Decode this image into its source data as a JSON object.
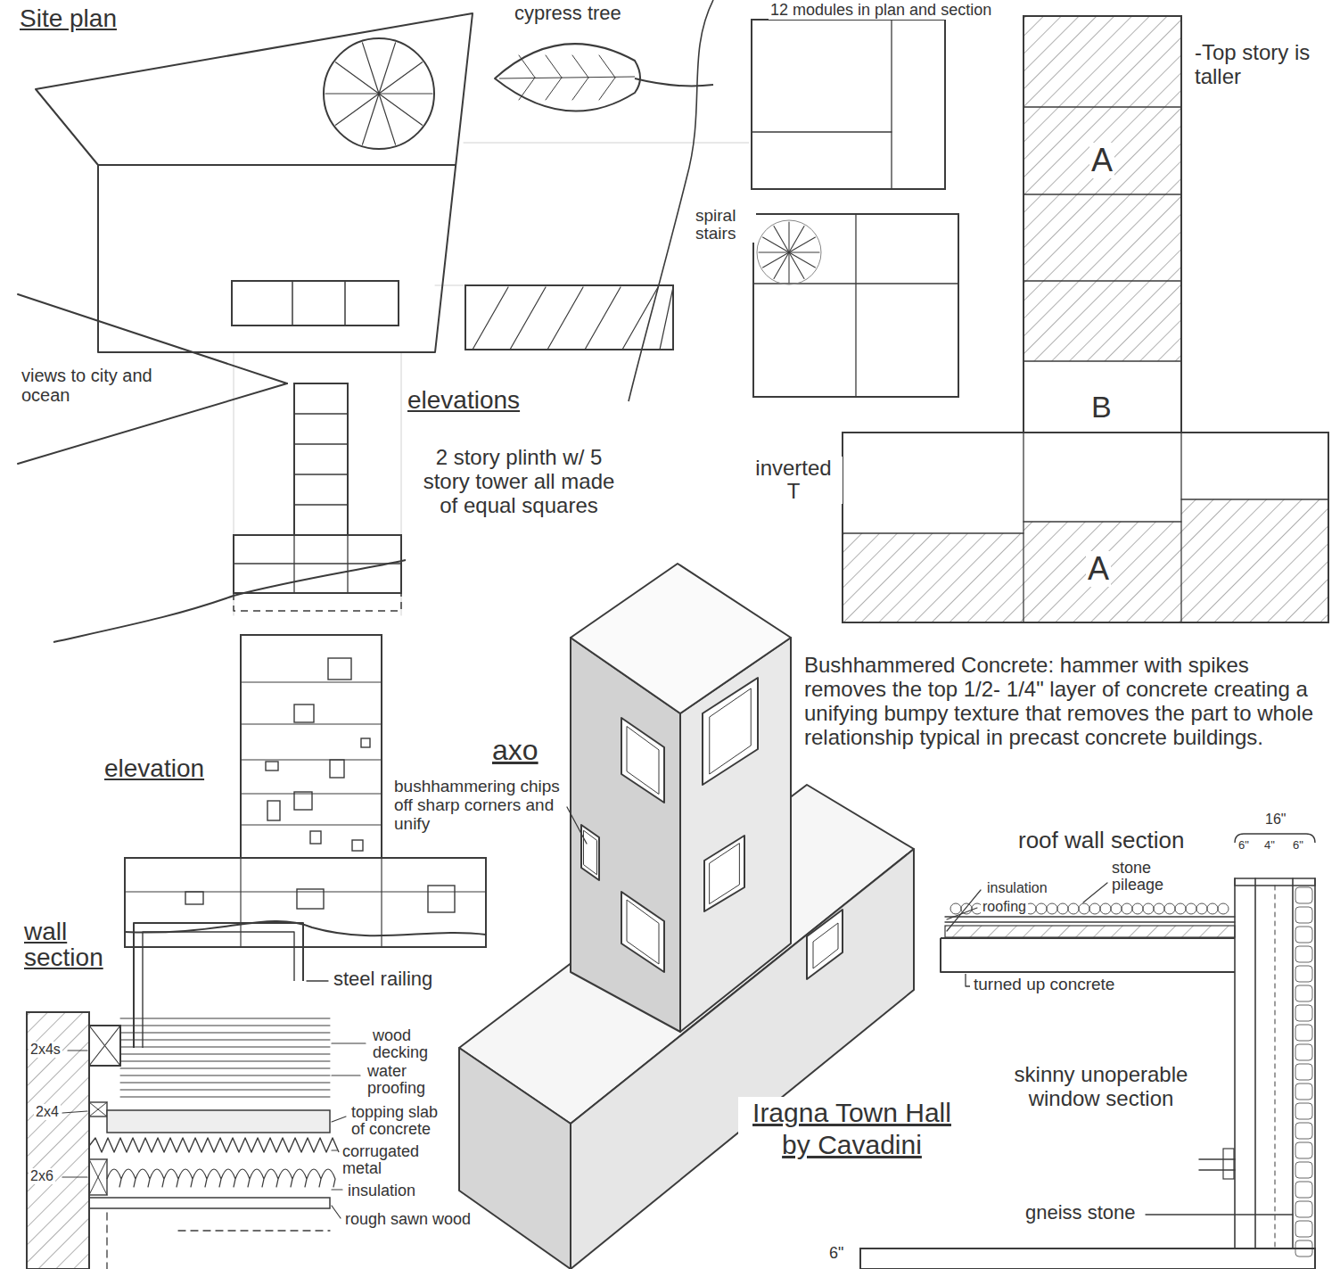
{
  "diagram": {
    "title": "Iragna Town Hall by Cavadini",
    "labels": [
      "Site plan",
      "cypress tree",
      "12 modules in plan and section",
      "-Top story is taller",
      "spiral stairs",
      "views to city and ocean",
      "elevations",
      "2 story plinth w/ 5 story tower all made of equal squares",
      "inverted T",
      "A",
      "B",
      "A",
      "elevation",
      "axo",
      "bushhammering chips off sharp corners and unify",
      "Bushhammered Concrete: hammer with spikes removes the top 1/2- 1/4\" layer of concrete creating a unifying bumpy texture that removes the part to whole relationship typical in precast concrete buildings.",
      "roof wall section",
      "16\"",
      "6\"",
      "4\"",
      "6\"",
      "insulation",
      "roofing",
      "stone pileage",
      "turned up concrete",
      "skinny unoperable window section",
      "gneiss stone",
      "6\"",
      "wall section",
      "steel railing",
      "2x4s",
      "2x4",
      "2x6",
      "wood decking",
      "water proofing",
      "topping slab of concrete",
      "corrugated metal",
      "insulation",
      "rough sawn wood"
    ]
  }
}
